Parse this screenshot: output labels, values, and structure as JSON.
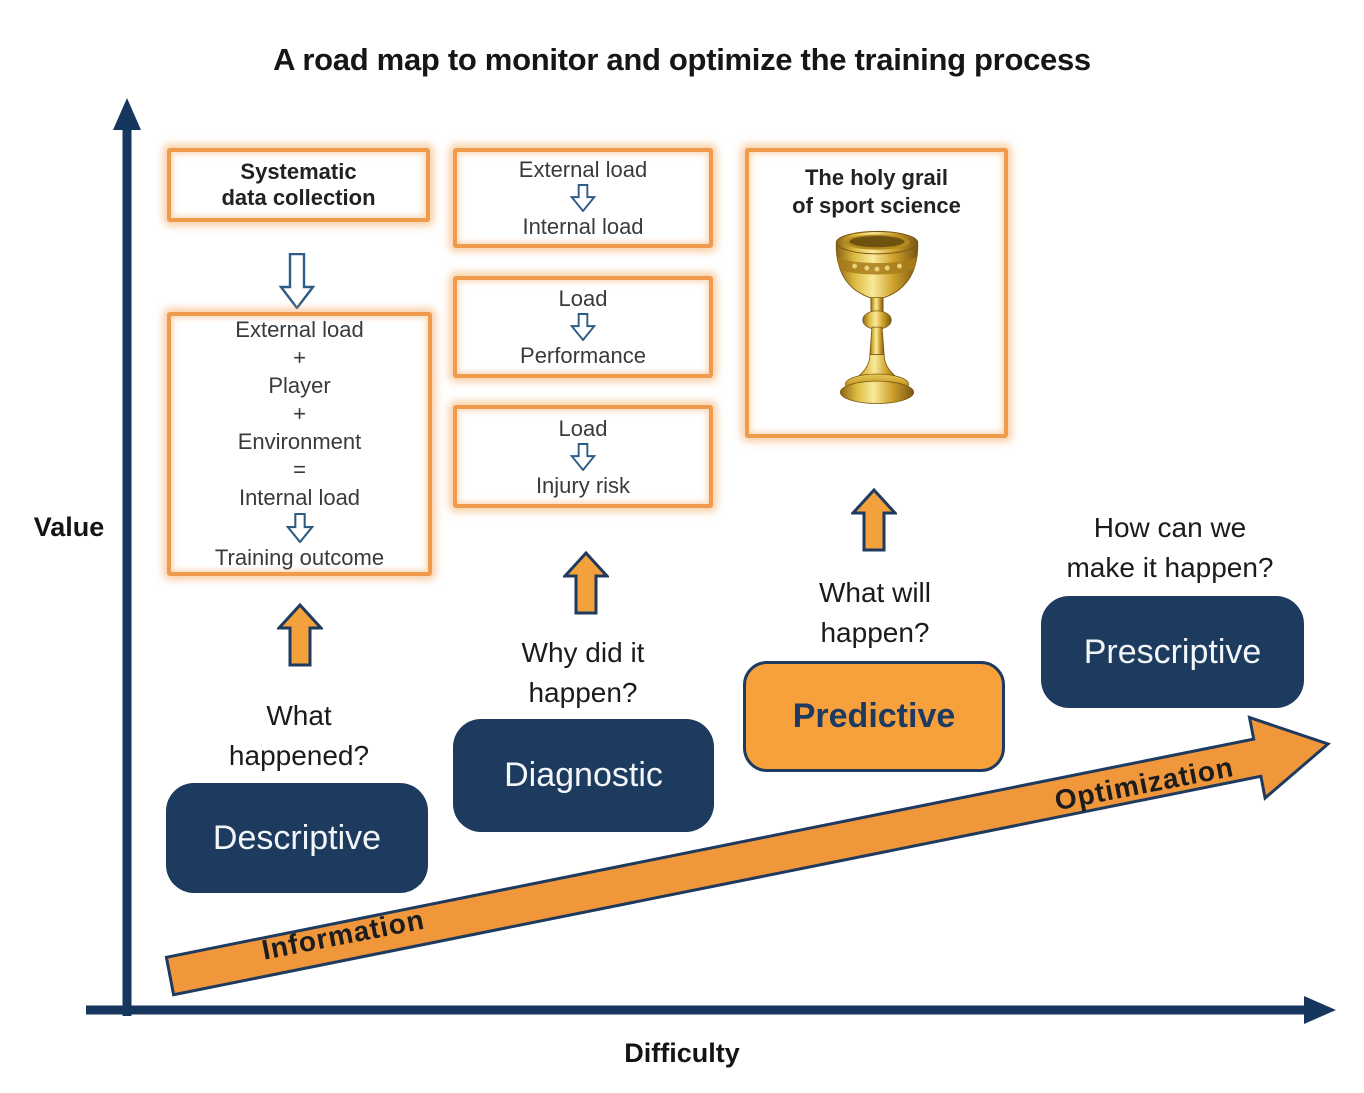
{
  "title": "A road map to monitor and optimize the training process",
  "axes": {
    "y_label": "Value",
    "x_label": "Difficulty"
  },
  "boxes": {
    "systematic": {
      "line1": "Systematic",
      "line2": "data collection"
    },
    "load_model": {
      "lines": [
        "External load",
        "+",
        "Player",
        "+",
        "Environment",
        "=",
        "Internal load"
      ],
      "outcome": "Training outcome"
    },
    "ext_int": {
      "top": "External load",
      "bottom": "Internal load"
    },
    "load_perf": {
      "top": "Load",
      "bottom": "Performance"
    },
    "load_injury": {
      "top": "Load",
      "bottom": "Injury risk"
    },
    "holy_grail": {
      "line1": "The holy grail",
      "line2": "of sport science"
    }
  },
  "stages": [
    {
      "question_line1": "What",
      "question_line2": "happened?",
      "label": "Descriptive"
    },
    {
      "question_line1": "Why did it",
      "question_line2": "happen?",
      "label": "Diagnostic"
    },
    {
      "question_line1": "What will",
      "question_line2": "happen?",
      "label": "Predictive"
    },
    {
      "question_line1": "How can we",
      "question_line2": "make it happen?",
      "label": "Prescriptive"
    }
  ],
  "banner": {
    "start_label": "Information",
    "end_label": "Optimization"
  },
  "icons": {
    "chalice": "golden-chalice",
    "up_arrow": "orange-up-arrow",
    "down_arrow": "hollow-down-arrow"
  },
  "colors": {
    "navy_box": "#1d3b5f",
    "orange": "#f2a13c",
    "orange_border": "#f09a4b",
    "axis_navy": "#17365d",
    "arrow_outline": "#2d5c85"
  }
}
